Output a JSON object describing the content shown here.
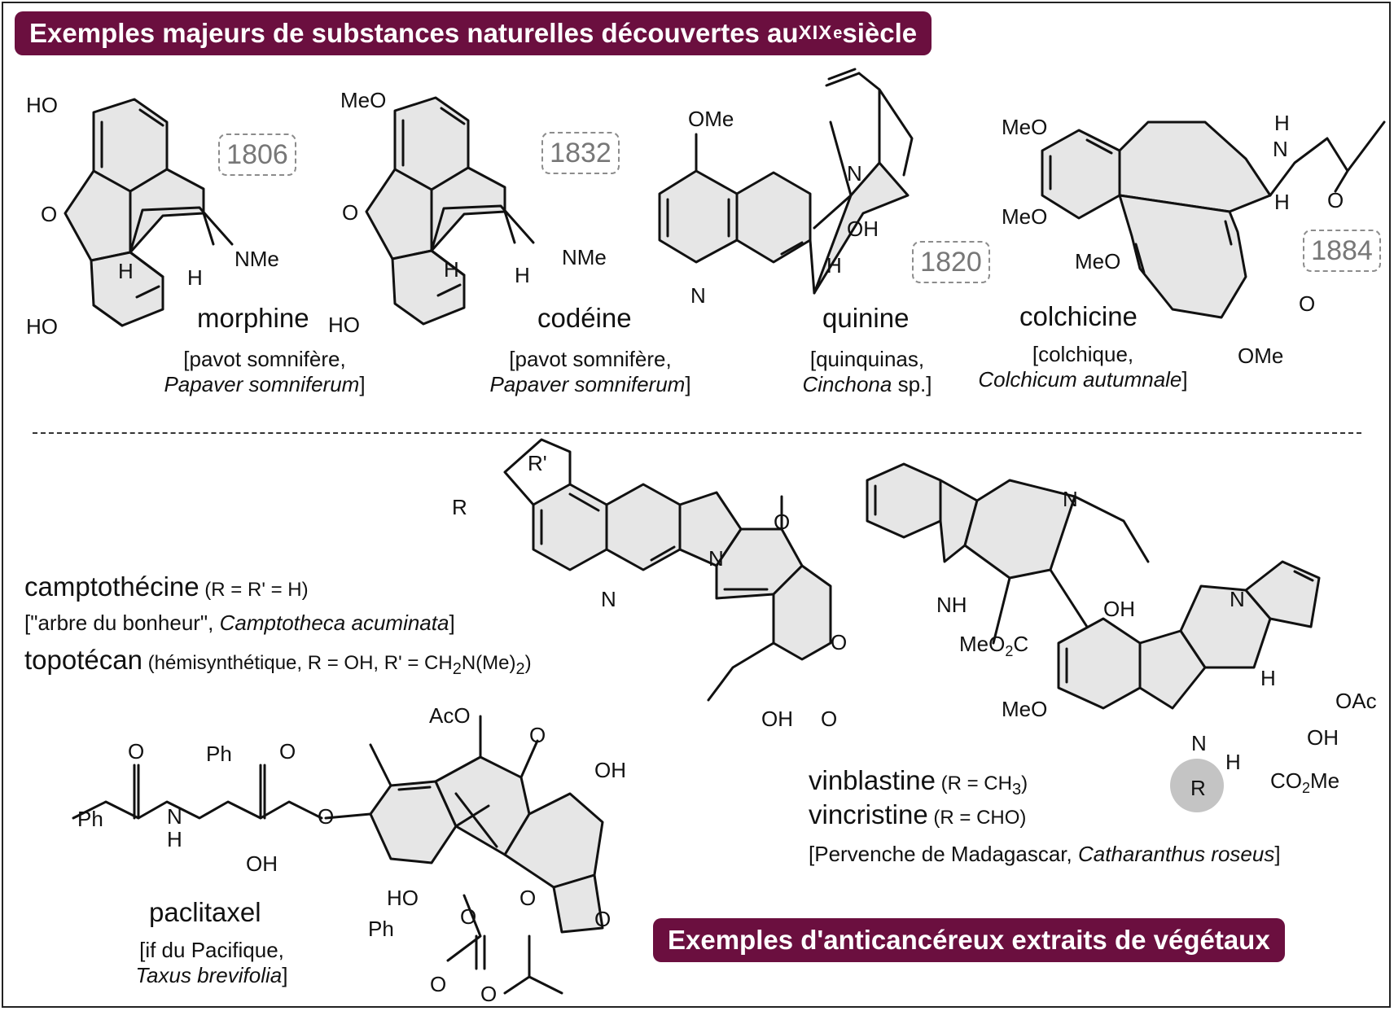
{
  "banners": {
    "top_prefix": "Exemples majeurs de substances naturelles découvertes au ",
    "top_century": "XIX",
    "top_century_sup": "e",
    "top_suffix": " siècle",
    "bottom": "Exemples d'anticancéreux extraits de végétaux"
  },
  "compounds": {
    "morphine": {
      "year": "1806",
      "name": "morphine",
      "source_line1": "[pavot somnifère,",
      "source_species": "Papaver somniferum",
      "source_end": "]"
    },
    "codeine": {
      "year": "1832",
      "name": "codéine",
      "source_line1": "[pavot somnifère,",
      "source_species": "Papaver somniferum",
      "source_end": "]"
    },
    "quinine": {
      "year": "1820",
      "name": "quinine",
      "source_line1": "[quinquinas,",
      "source_species": "Cinchona",
      "source_suffix": " sp.]"
    },
    "colchicine": {
      "year": "1884",
      "name": "colchicine",
      "source_line1": "[colchique,",
      "source_species": "Colchicum autumnale",
      "source_end": "]"
    },
    "camptothecine": {
      "name": "camptothécine",
      "detail": " (R = R' = H)",
      "source_start": "[\"arbre du bonheur\", ",
      "source_species": "Camptotheca acuminata",
      "source_end": "]"
    },
    "topotecan": {
      "name": "topotécan",
      "detail_prefix": " (hémisynthétique, R = OH, R' = CH",
      "sub1": "2",
      "detail_mid": "N(Me)",
      "sub2": "2",
      "detail_end": ")"
    },
    "vinblastine": {
      "name": "vinblastine",
      "detail_prefix": " (R = CH",
      "sub": "3",
      "detail_end": ")"
    },
    "vincristine": {
      "name": "vincristine",
      "detail": " (R = CHO)"
    },
    "vinca_source": {
      "source_start": "[Pervenche de Madagascar, ",
      "source_species": "Catharanthus roseus",
      "source_end": "]"
    },
    "paclitaxel": {
      "name": "paclitaxel",
      "source_line1": "[if du Pacifique,",
      "source_species": "Taxus brevifolia",
      "source_end": "]"
    }
  },
  "atom_labels": {
    "HO": "HO",
    "MeO": "MeO",
    "OMe": "OMe",
    "O": "O",
    "N": "N",
    "H": "H",
    "OH": "OH",
    "NMe": "NMe",
    "NH": "NH",
    "R": "R",
    "Rp": "R'",
    "AcO": "AcO",
    "OAc": "OAc",
    "Ph": "Ph",
    "MeO2C_a": "MeO",
    "MeO2C_2": "2",
    "MeO2C_b": "C",
    "CO2Me_a": "CO",
    "CO2Me_2": "2",
    "CO2Me_b": "Me"
  },
  "colors": {
    "banner": "#6b0f3f",
    "ring_fill": "#e6e6e6",
    "year_border": "#8c8c8c",
    "r_group": "#c4c4c4"
  }
}
